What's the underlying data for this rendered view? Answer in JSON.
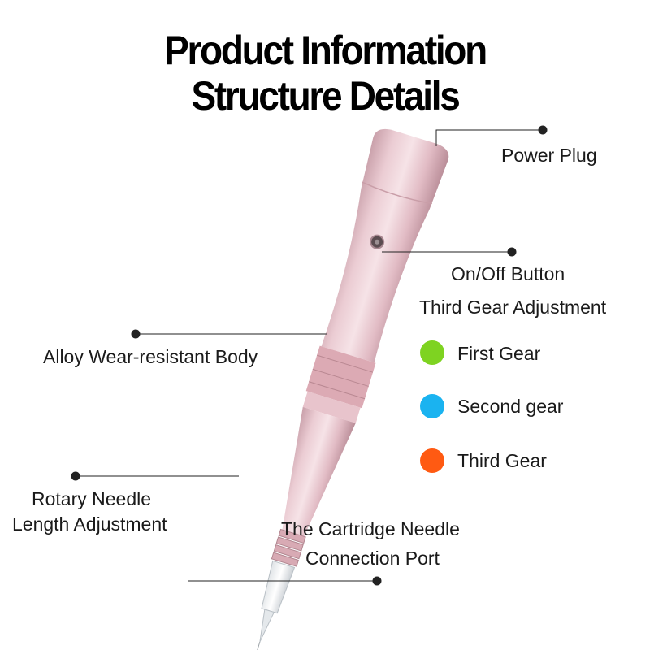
{
  "title": {
    "line1": "Product Information",
    "line2": "Structure Details"
  },
  "callouts": {
    "power_plug": "Power Plug",
    "on_off_button": "On/Off Button",
    "third_gear_adjustment": "Third Gear Adjustment",
    "body": "Alloy Wear-resistant Body",
    "rotary_line1": "Rotary Needle",
    "rotary_line2": "Length Adjustment",
    "cartridge_line1": "The Cartridge Needle",
    "cartridge_line2": "Connection Port"
  },
  "gears": [
    {
      "label": "First Gear",
      "color": "#7ed321"
    },
    {
      "label": "Second gear",
      "color": "#1ab3f0"
    },
    {
      "label": "Third Gear",
      "color": "#ff5a12"
    }
  ],
  "colors": {
    "pen_body": "#e6c3cb",
    "leader_line": "#222222"
  }
}
